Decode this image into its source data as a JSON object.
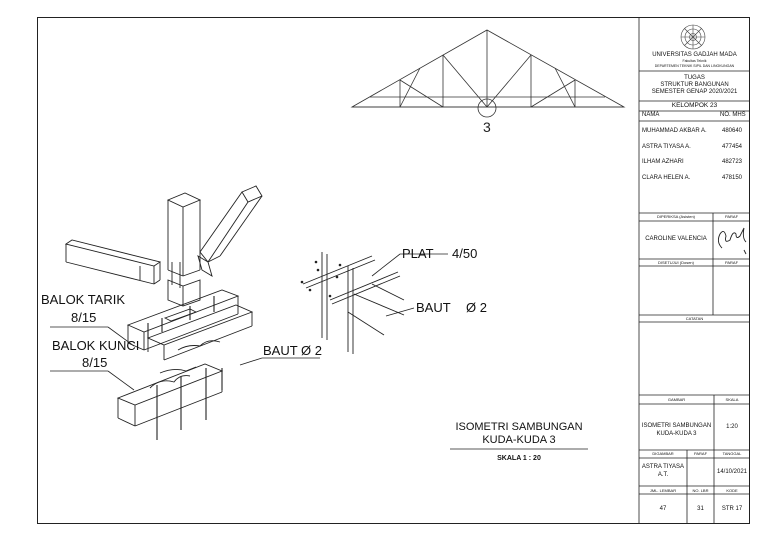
{
  "title_block": {
    "university": "UNIVERSITAS GADJAH MADA",
    "faculty": "Fakultas Teknik",
    "department": "DEPARTEMEN TEKNIK SIPIL DAN LINGKUNGAN",
    "assignment": {
      "line1": "TUGAS",
      "line2": "STRUKTUR BANGUNAN",
      "line3": "SEMESTER GENAP 2020/2021"
    },
    "group": "KELOMPOK 23",
    "members_header": {
      "name": "NAMA",
      "id": "NO. MHS"
    },
    "members": [
      {
        "name": "MUHAMMAD AKBAR A.",
        "id": "480640"
      },
      {
        "name": "ASTRA TIYASA A.",
        "id": "477454"
      },
      {
        "name": "ILHAM AZHARI",
        "id": "482723"
      },
      {
        "name": "CLARA HELEN A.",
        "id": "478150"
      }
    ],
    "checked_by_label": "DIPERIKSA (Asisten)",
    "checked_sign_label": "PARAF",
    "checked_by": "CAROLINE VALENCIA",
    "approved_by_label": "DISETUJUI (Dosen)",
    "approved_sign_label": "PARAF",
    "notes_label": "CATATAN",
    "drawing_label": "GAMBAR",
    "scale_label": "SKALA",
    "drawing_name": "ISOMETRI SAMBUNGAN KUDA-KUDA 3",
    "drawing_name_line1": "ISOMETRI SAMBUNGAN",
    "drawing_name_line2": "KUDA-KUDA 3",
    "scale_value": "1:20",
    "drawn_by_label": "DIGAMBAR",
    "drawn_sign_label": "PARAF",
    "date_label": "TANGGAL",
    "drawn_by_line1": "ASTRA TIYASA",
    "drawn_by_line2": "A.T.",
    "date": "14/10/2021",
    "sheets_total_label": "JML. LEMBAR",
    "sheet_no_label": "NO. LBR",
    "code_label": "KODE",
    "sheets_total": "47",
    "sheet_no": "31",
    "code": "STR 17"
  },
  "drawing": {
    "detail_marker": "3",
    "labels": {
      "plat": "PLAT",
      "plat_size": "4/50",
      "baut_right": "BAUT",
      "baut_right_size": "Ø 2",
      "balok_tarik": "BALOK TARIK",
      "balok_tarik_size": "8/15",
      "balok_kunci": "BALOK KUNCI",
      "balok_kunci_size": "8/15",
      "baut_center": "BAUT Ø 2"
    },
    "caption_line1": "ISOMETRI SAMBUNGAN",
    "caption_line2": "KUDA-KUDA 3",
    "caption_scale": "SKALA 1 : 20"
  }
}
